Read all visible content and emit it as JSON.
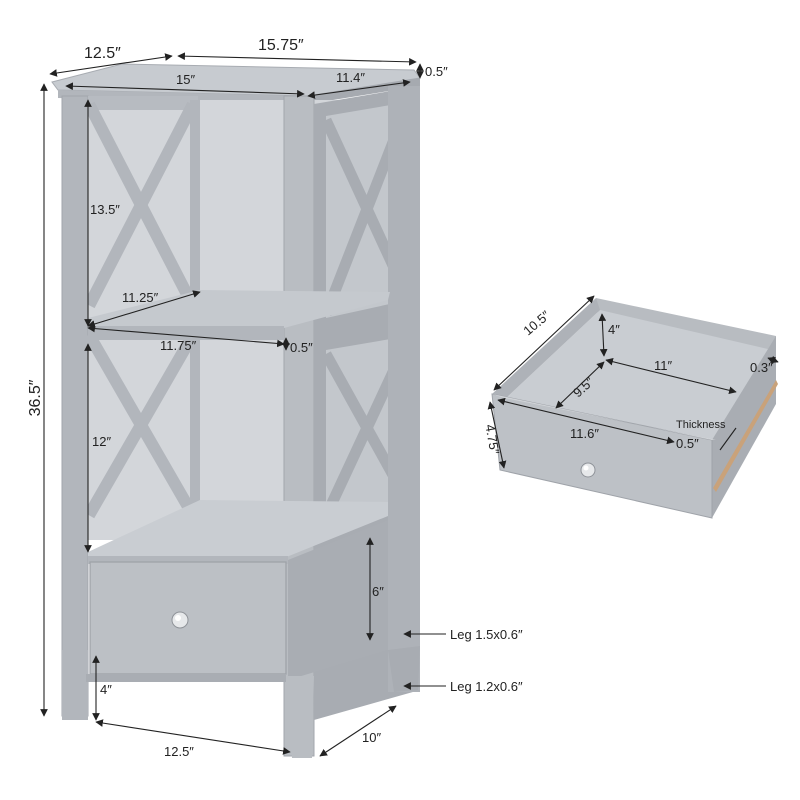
{
  "shelf": {
    "top_depth": "12.5″",
    "top_width": "15.75″",
    "top_thickness": "0.5″",
    "inner_width_top": "15″",
    "inner_depth_top": "11.4″",
    "upper_height": "13.5″",
    "shelf_depth": "11.25″",
    "shelf_width": "11.75″",
    "shelf_thickness": "0.5″",
    "middle_height": "12″",
    "total_height": "36.5″",
    "drawer_height": "6″",
    "leg_height": "4″",
    "bottom_width": "12.5″",
    "bottom_depth": "10″",
    "leg_top_label": "Leg 1.5x0.6″",
    "leg_bottom_label": "Leg 1.2x0.6″"
  },
  "drawer": {
    "depth": "10.5″",
    "inner_height": "4″",
    "inner_width": "11″",
    "side_thickness": "0.3″",
    "inner_depth": "9.5″",
    "height": "4.75″",
    "thickness_label": "Thickness",
    "width": "11.6″",
    "front_thickness": "0.5″"
  },
  "colors": {
    "body": "#b2b6bc",
    "light": "#c7cbd0",
    "dark": "#9a9ea4",
    "interior": "#d3d6da",
    "wood_edge": "#c9a27a"
  }
}
